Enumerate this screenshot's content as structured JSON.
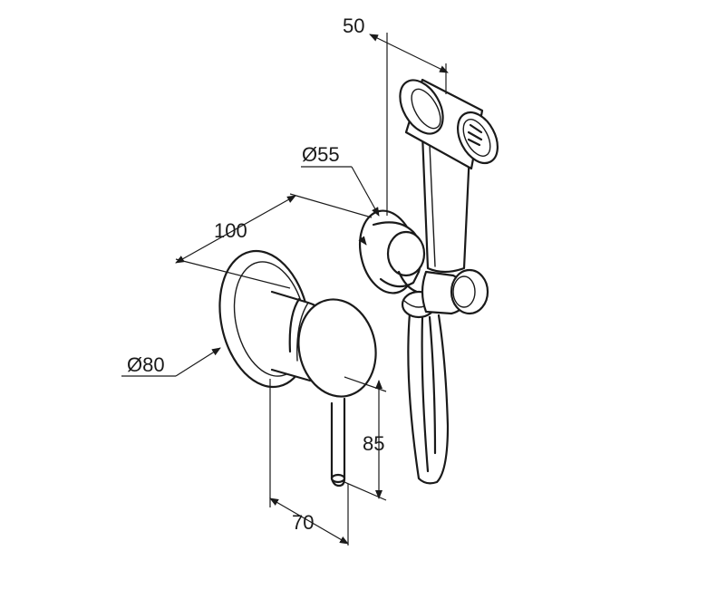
{
  "dimensions": {
    "d50": "50",
    "d55": "Ø55",
    "d100": "100",
    "d80": "Ø80",
    "d85": "85",
    "d70": "70"
  }
}
